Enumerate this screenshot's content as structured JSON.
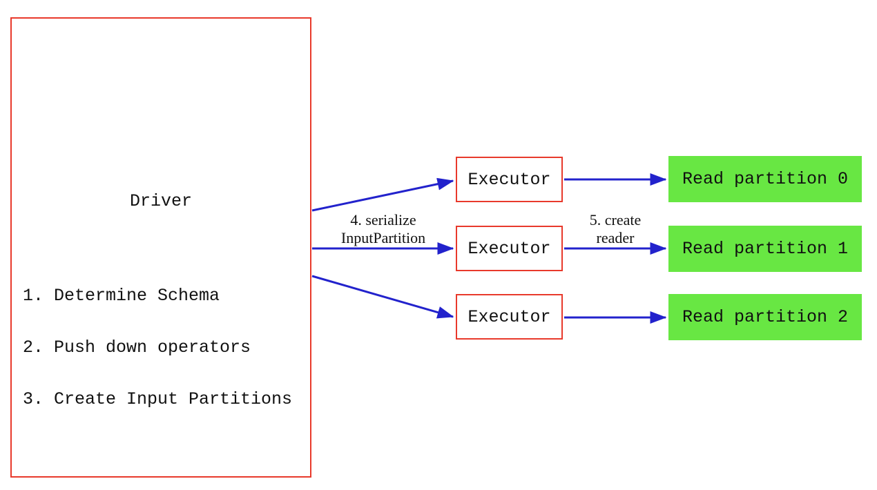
{
  "diagram": {
    "driver": {
      "title": "Driver",
      "steps": [
        "1. Determine Schema",
        "2. Push down operators",
        "3. Create Input Partitions"
      ]
    },
    "executors": [
      {
        "label": "Executor"
      },
      {
        "label": "Executor"
      },
      {
        "label": "Executor"
      }
    ],
    "partitions": [
      {
        "label": "Read partition 0"
      },
      {
        "label": "Read partition 1"
      },
      {
        "label": "Read partition 2"
      }
    ],
    "annotations": {
      "serialize_step": {
        "line1": "4. serialize",
        "line2": "InputPartition"
      },
      "create_reader_step": {
        "line1": "5. create",
        "line2": "reader"
      }
    },
    "colors": {
      "box_border_red": "#e8392b",
      "arrow_blue": "#2222cc",
      "partition_green": "#68e743",
      "text_black": "#111111",
      "background": "#ffffff"
    }
  }
}
